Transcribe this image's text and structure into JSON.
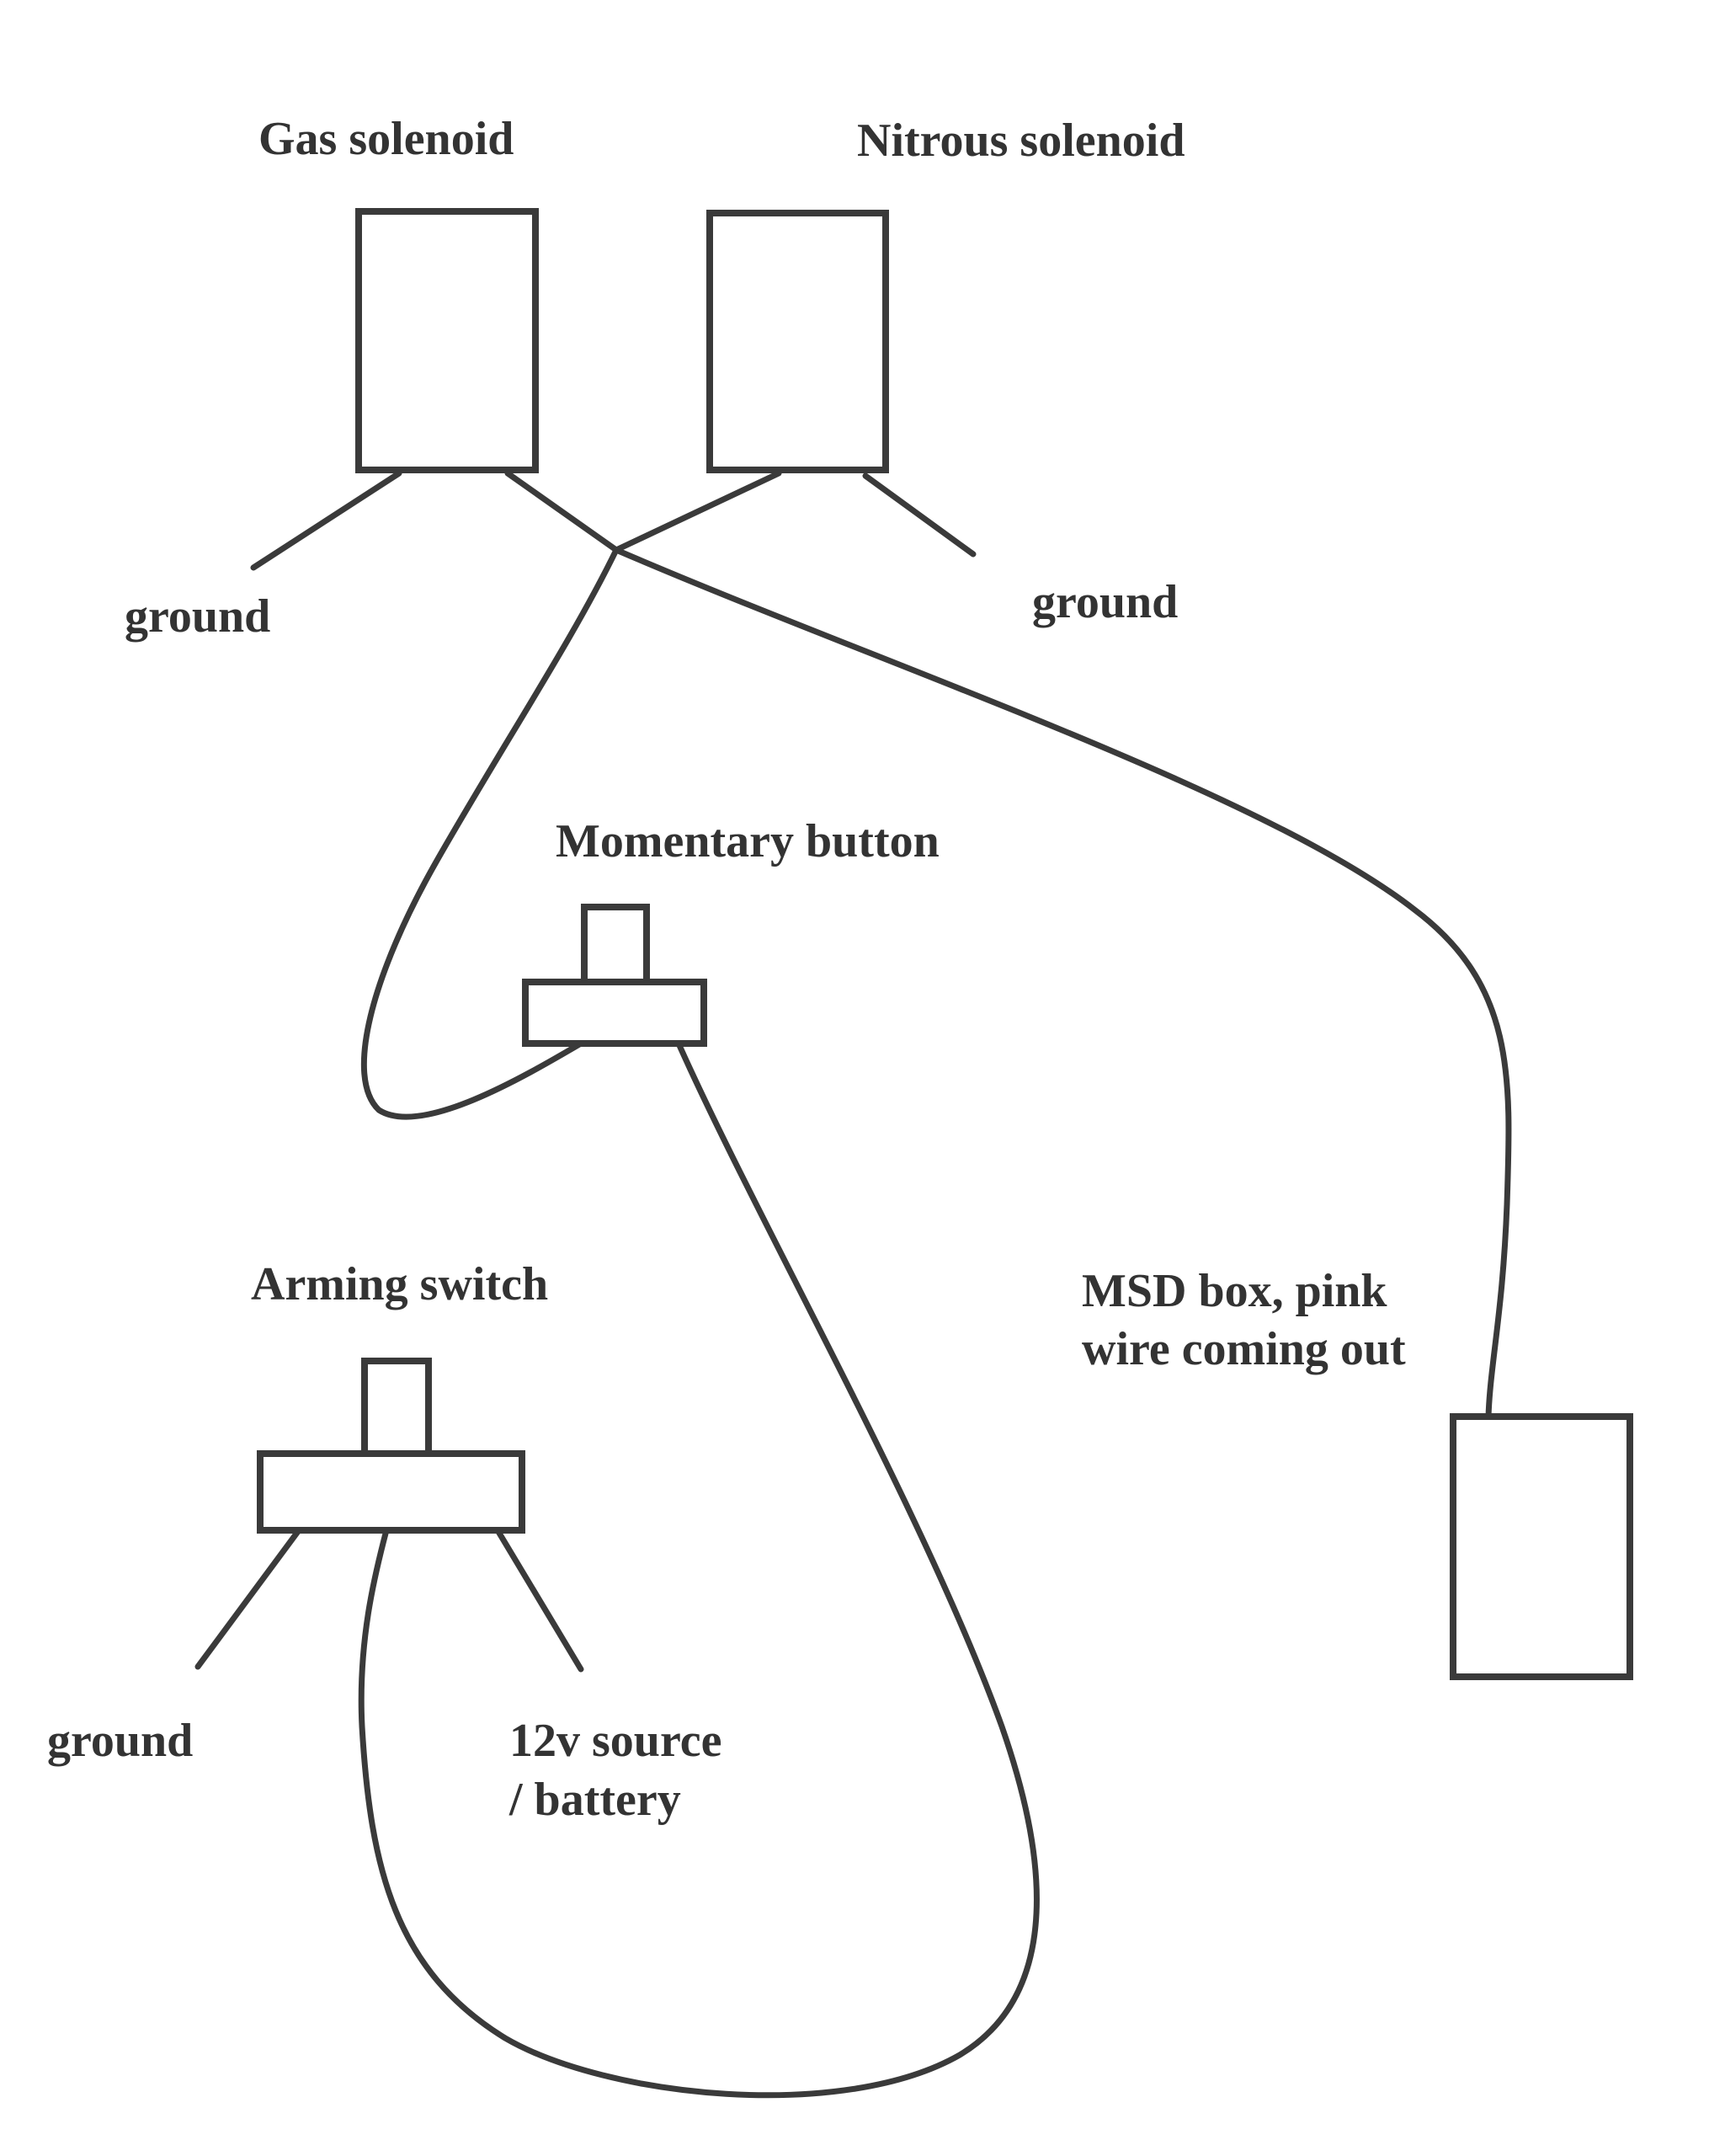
{
  "diagram": {
    "title": "Nitrous system wiring diagram",
    "components": {
      "gas_solenoid": {
        "label": "Gas solenoid",
        "ground_label": "ground"
      },
      "nitrous_solenoid": {
        "label": "Nitrous solenoid",
        "ground_label": "ground"
      },
      "momentary_button": {
        "label": "Momentary button"
      },
      "arming_switch": {
        "label": "Arming switch",
        "ground_label": "ground",
        "source_label_line1": "12v source",
        "source_label_line2": "/ battery"
      },
      "msd_box": {
        "label_line1": "MSD box, pink",
        "label_line2": "wire coming out"
      }
    },
    "connections": [
      {
        "from": "gas_solenoid",
        "to": "junction"
      },
      {
        "from": "nitrous_solenoid",
        "to": "junction"
      },
      {
        "from": "junction",
        "to": "momentary_button"
      },
      {
        "from": "junction",
        "to": "msd_box"
      },
      {
        "from": "momentary_button",
        "to": "arming_switch"
      },
      {
        "from": "gas_solenoid",
        "to": "ground"
      },
      {
        "from": "nitrous_solenoid",
        "to": "ground"
      },
      {
        "from": "arming_switch",
        "to": "ground"
      },
      {
        "from": "arming_switch",
        "to": "12v source / battery"
      }
    ],
    "colors": {
      "ink": "#3a3a3a",
      "text": "#333333",
      "paper": "#ffffff"
    }
  }
}
